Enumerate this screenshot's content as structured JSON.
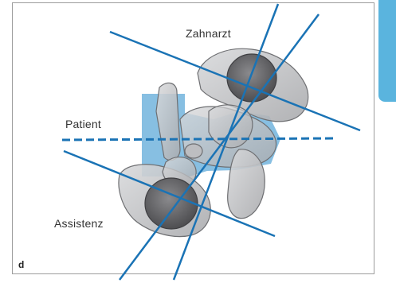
{
  "labels": {
    "dentist": "Zahnarzt",
    "patient": "Patient",
    "assistant": "Assistenz",
    "panel": "d"
  },
  "colors": {
    "line": "#1a73b5",
    "zone": "#5fa9d8",
    "figure_fill": "#c9cacc",
    "figure_stroke": "#6e6f72",
    "head": "#6f6f72",
    "tab": "#5ab4de"
  }
}
